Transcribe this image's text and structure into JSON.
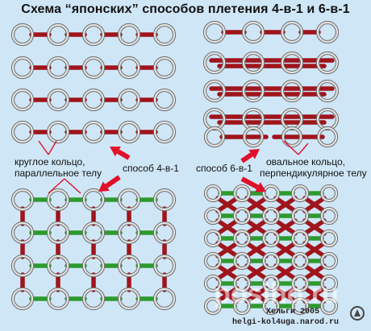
{
  "title": "Схема “японских” способов плетения 4-в-1 и 6-в-1",
  "labels": {
    "round_ring": [
      "круглое кольцо,",
      "параллельное телу"
    ],
    "method_4in1": "способ 4-в-1",
    "method_6in1": "способ 6-в-1",
    "oval_ring": [
      "овальное кольцо,",
      "перпендикулярное телу"
    ]
  },
  "credit": {
    "author": "Хельги 2005",
    "site": "helgi-kol4uga.narod.ru"
  },
  "watermark": "posiho.ru",
  "colors": {
    "background": "#cfe6f7",
    "round_ring": "#9a9a9a",
    "red_link": "#a0141c",
    "green_link": "#2d9a2d",
    "arrow": "#e0102a"
  }
}
